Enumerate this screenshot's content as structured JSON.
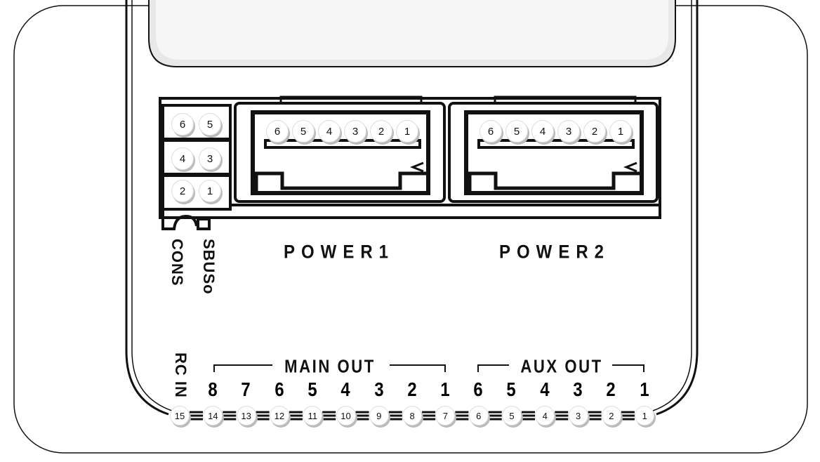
{
  "cons_connector": {
    "label": "CONS",
    "pins": [
      "6",
      "5",
      "4",
      "3",
      "2",
      "1"
    ]
  },
  "sbus_label": "SBUSo",
  "power1": {
    "label": "POWER1",
    "pins": [
      "6",
      "5",
      "4",
      "3",
      "2",
      "1"
    ]
  },
  "power2": {
    "label": "POWER2",
    "pins": [
      "6",
      "5",
      "4",
      "3",
      "2",
      "1"
    ]
  },
  "rc_in_label": "RC IN",
  "main_out": {
    "label": "MAIN OUT",
    "channels": [
      "8",
      "7",
      "6",
      "5",
      "4",
      "3",
      "2",
      "1"
    ]
  },
  "aux_out": {
    "label": "AUX OUT",
    "channels": [
      "6",
      "5",
      "4",
      "3",
      "2",
      "1"
    ]
  },
  "header_pins": [
    "15",
    "14",
    "13",
    "12",
    "11",
    "10",
    "9",
    "8",
    "7",
    "6",
    "5",
    "4",
    "3",
    "2",
    "1"
  ]
}
